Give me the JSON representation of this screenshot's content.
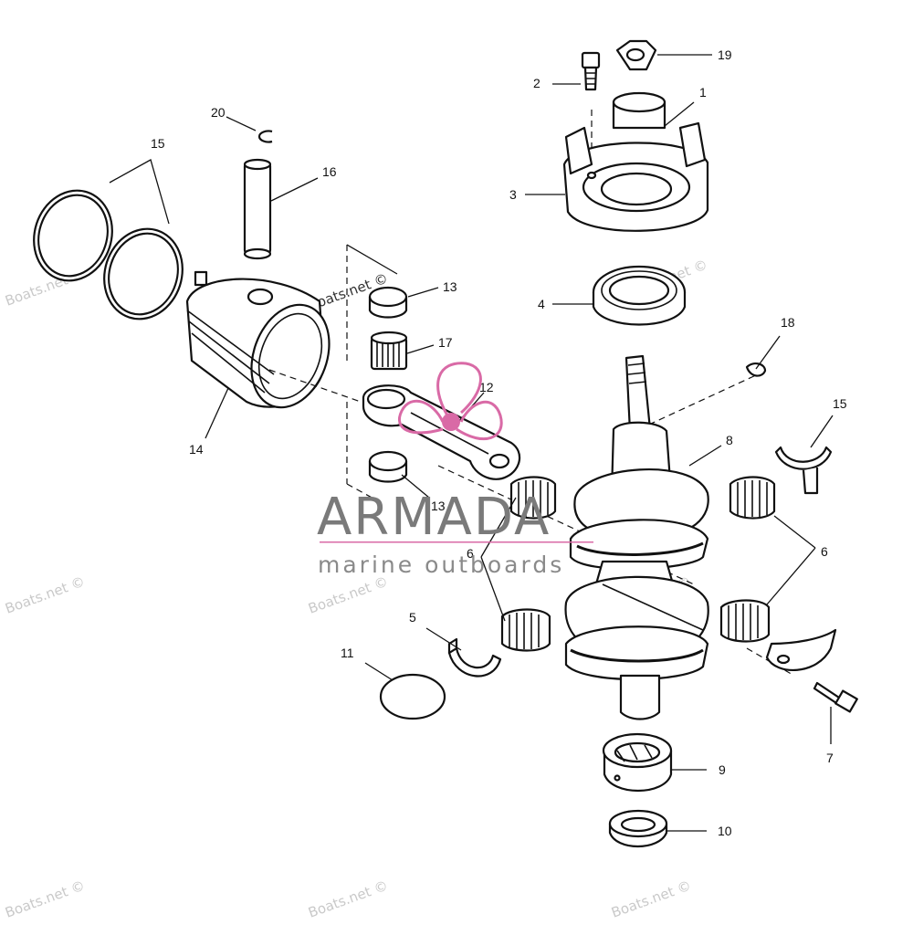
{
  "callouts": [
    {
      "id": "c1",
      "label": "1"
    },
    {
      "id": "c2",
      "label": "2"
    },
    {
      "id": "c3",
      "label": "3"
    },
    {
      "id": "c4",
      "label": "4"
    },
    {
      "id": "c5",
      "label": "5"
    },
    {
      "id": "c6a",
      "label": "6"
    },
    {
      "id": "c6b",
      "label": "6"
    },
    {
      "id": "c7",
      "label": "7"
    },
    {
      "id": "c8",
      "label": "8"
    },
    {
      "id": "c9",
      "label": "9"
    },
    {
      "id": "c10",
      "label": "10"
    },
    {
      "id": "c11",
      "label": "11"
    },
    {
      "id": "c12",
      "label": "12"
    },
    {
      "id": "c13a",
      "label": "13"
    },
    {
      "id": "c13b",
      "label": "13"
    },
    {
      "id": "c14",
      "label": "14"
    },
    {
      "id": "c15a",
      "label": "15"
    },
    {
      "id": "c15b",
      "label": "15"
    },
    {
      "id": "c16",
      "label": "16"
    },
    {
      "id": "c17",
      "label": "17"
    },
    {
      "id": "c18",
      "label": "18"
    },
    {
      "id": "c19",
      "label": "19"
    },
    {
      "id": "c20",
      "label": "20"
    }
  ],
  "brand": {
    "name": "ARMADA",
    "tagline": "marine outboards",
    "logo_color": "#d96aa6"
  },
  "watermark": {
    "text": "Boats.net ©"
  }
}
